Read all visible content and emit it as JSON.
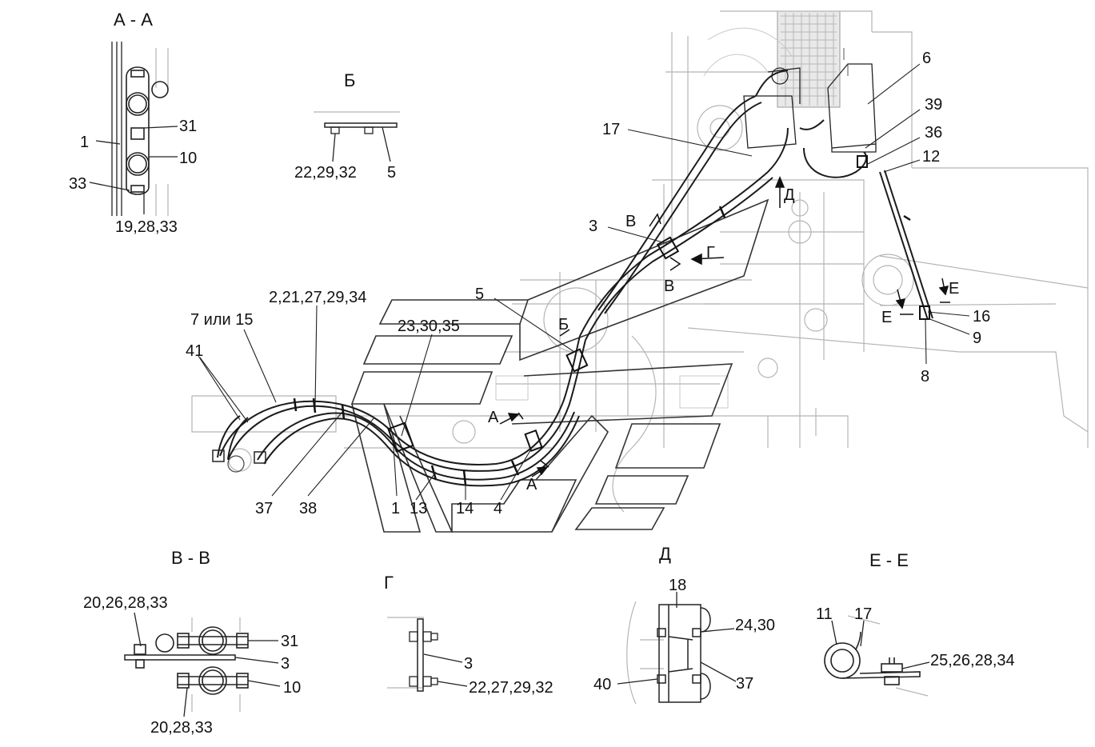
{
  "views": {
    "aa": {
      "title": "А - А",
      "labels": [
        "1",
        "31",
        "10",
        "33",
        "19,28,33"
      ]
    },
    "b": {
      "title": "Б",
      "labels": [
        "22,29,32",
        "5"
      ]
    },
    "vv": {
      "title": "В - В",
      "labels": [
        "20,26,28,33",
        "31",
        "3",
        "10",
        "20,28,33"
      ]
    },
    "g": {
      "title": "Г",
      "labels": [
        "3",
        "22,27,29,32"
      ]
    },
    "d": {
      "title": "Д",
      "labels": [
        "18",
        "24,30",
        "40",
        "37"
      ]
    },
    "ee": {
      "title": "Е - Е",
      "labels": [
        "11",
        "17",
        "25,26,28,34"
      ]
    }
  },
  "main": {
    "labels": {
      "l6": "6",
      "l39": "39",
      "l17": "17",
      "l36": "36",
      "l12": "12",
      "l3": "3",
      "l5": "5",
      "l16": "16",
      "l9": "9",
      "l8": "8",
      "l2_21": "2,21,27,29,34",
      "l7or15": "7 или 15",
      "l41": "41",
      "l23": "23,30,35",
      "l37": "37",
      "l38": "38",
      "l1": "1",
      "l13": "13",
      "l14": "14",
      "l4": "4"
    },
    "section_marks": {
      "v1": "В",
      "v2": "В",
      "g": "Г",
      "d": "Д",
      "b": "Б",
      "a1": "А",
      "a2": "А",
      "e1": "Е",
      "e2": "Е"
    }
  }
}
